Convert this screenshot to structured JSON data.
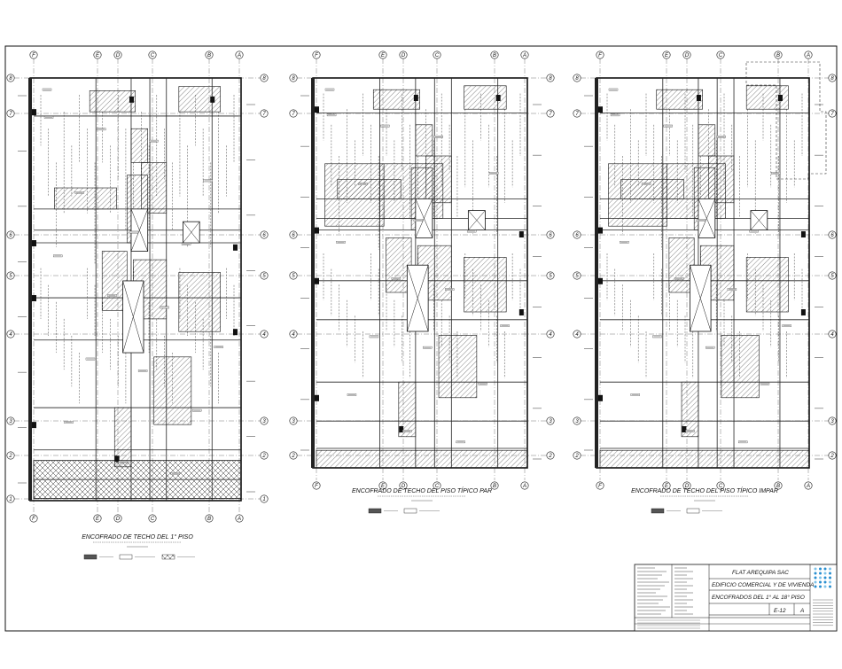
{
  "plans": [
    {
      "title": "ENCOFRADO DE TECHO DEL 1° PISO",
      "axes_top": [
        "F",
        "E",
        "D",
        "C",
        "B",
        "A"
      ],
      "axes_side": [
        "8",
        "7",
        "6",
        "5",
        "4",
        "3",
        "2",
        "1"
      ]
    },
    {
      "title": "ENCOFRADO DE TECHO DEL PISO TÍPICO PAR",
      "axes_top": [
        "F",
        "E",
        "D",
        "C",
        "B",
        "A"
      ],
      "axes_side": [
        "8",
        "7",
        "6",
        "5",
        "4",
        "3",
        "2"
      ]
    },
    {
      "title": "ENCOFRADO DE TECHO DEL PISO TÍPICO IMPAR",
      "axes_top": [
        "F",
        "E",
        "D",
        "C",
        "B",
        "A"
      ],
      "axes_side": [
        "8",
        "7",
        "6",
        "5",
        "4",
        "3",
        "2"
      ]
    }
  ],
  "title_block": {
    "company": "FLAT AREQUIPA SAC",
    "project": "EDIFICIO COMERCIAL Y DE VIVIENDA",
    "sheet_title": "ENCOFRADOS DEL 1° AL 18° PISO",
    "sheet_number": "E-12",
    "revision": "A",
    "accent_color": "#2a8fd0"
  }
}
